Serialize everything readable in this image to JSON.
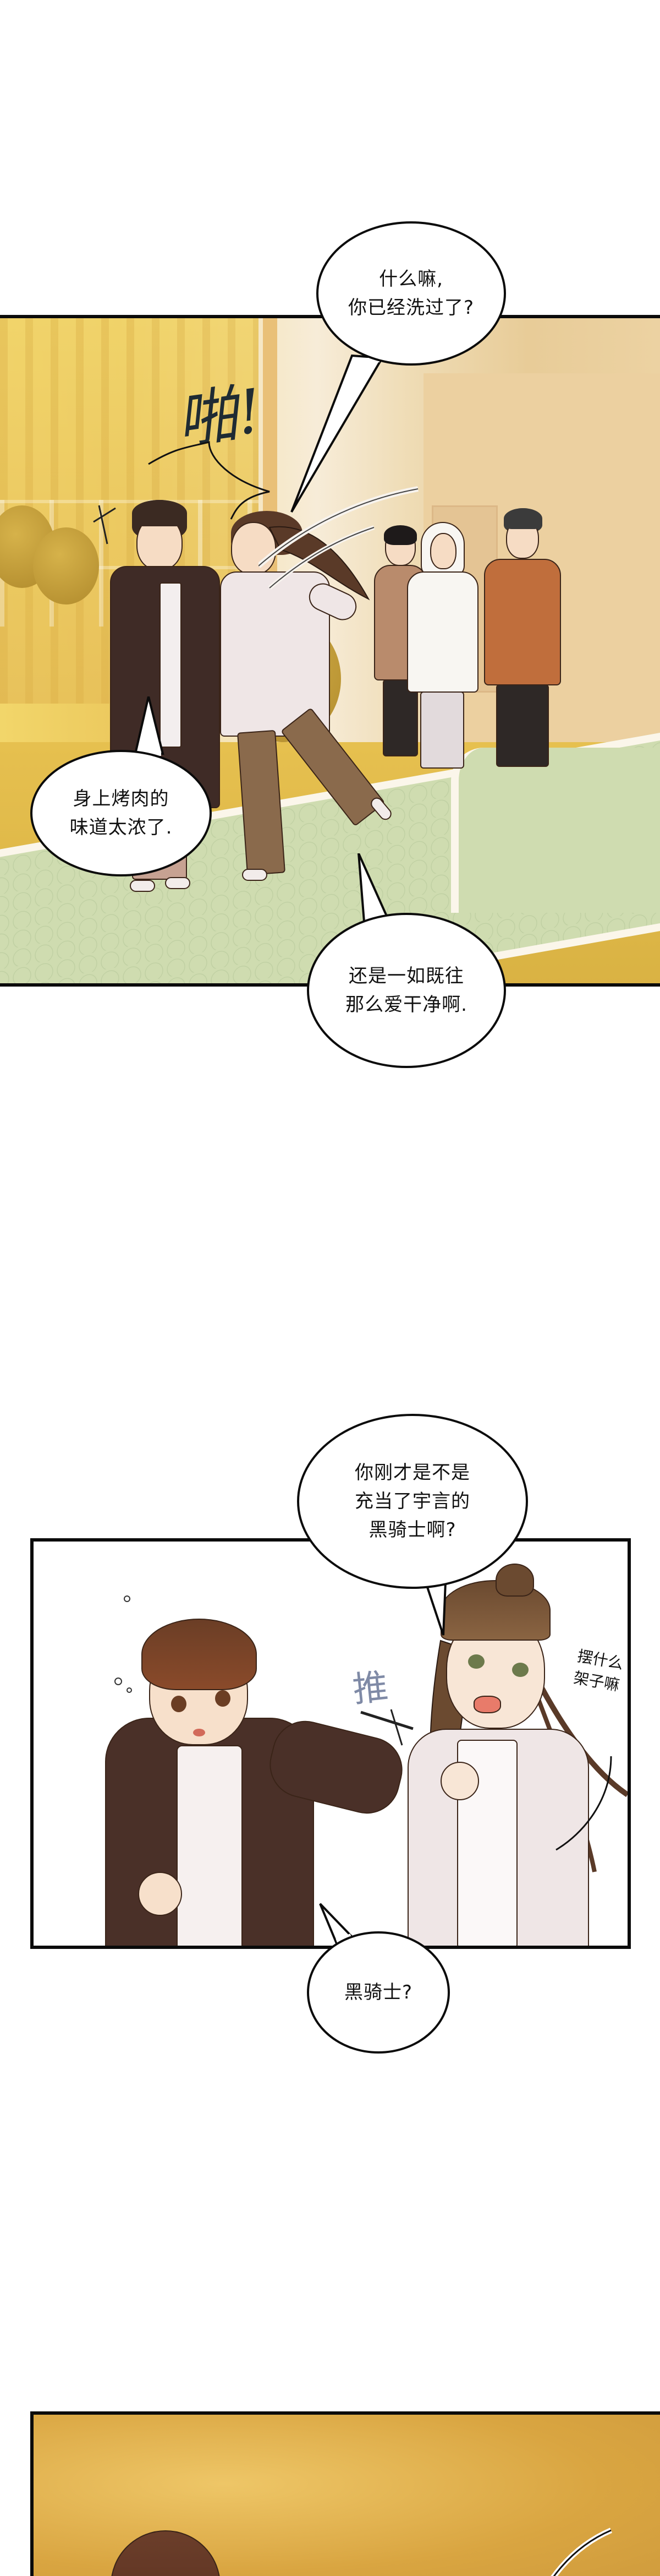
{
  "comic": {
    "format": "vertical webtoon strip",
    "colors": {
      "page_background": "#ffffff",
      "panel_border": "#0b0b0b",
      "autumn_gold": "#e6c04f",
      "path_green": "#cfdcb0",
      "jacket_brown": "#4a3028",
      "hoodie_white": "#efe6e6",
      "sfx_blue_gray": "#7f8aa6"
    }
  },
  "panel1": {
    "scene": "autumn campus walkway, two friends playfully colliding while three classmates walk behind",
    "sfx": {
      "hit": "啪!"
    },
    "bubbles": [
      {
        "id": "b1",
        "speaker": "long-haired friend",
        "text": "什么嘛,\n你已经洗过了?"
      },
      {
        "id": "b2",
        "speaker": "boy in black padded jacket",
        "text": "身上烤肉的\n味道太浓了."
      },
      {
        "id": "b3",
        "speaker": "long-haired friend",
        "text": "还是一如既往\n那么爱干净啊."
      }
    ]
  },
  "panel2": {
    "scene": "close-up, boy in brown jacket pushes away friend in white hoodie",
    "sfx": {
      "push": "推"
    },
    "side_text": "摆什么\n架子嘛",
    "bubbles": [
      {
        "id": "b4",
        "speaker": "long-haired friend",
        "text": "你刚才是不是\n充当了宇言的\n黑骑士啊?"
      },
      {
        "id": "b5",
        "speaker": "boy in brown jacket",
        "text": "黑骑士?"
      }
    ]
  },
  "panel3": {
    "scene": "close-up over blurred golden autumn background (continues below)"
  }
}
